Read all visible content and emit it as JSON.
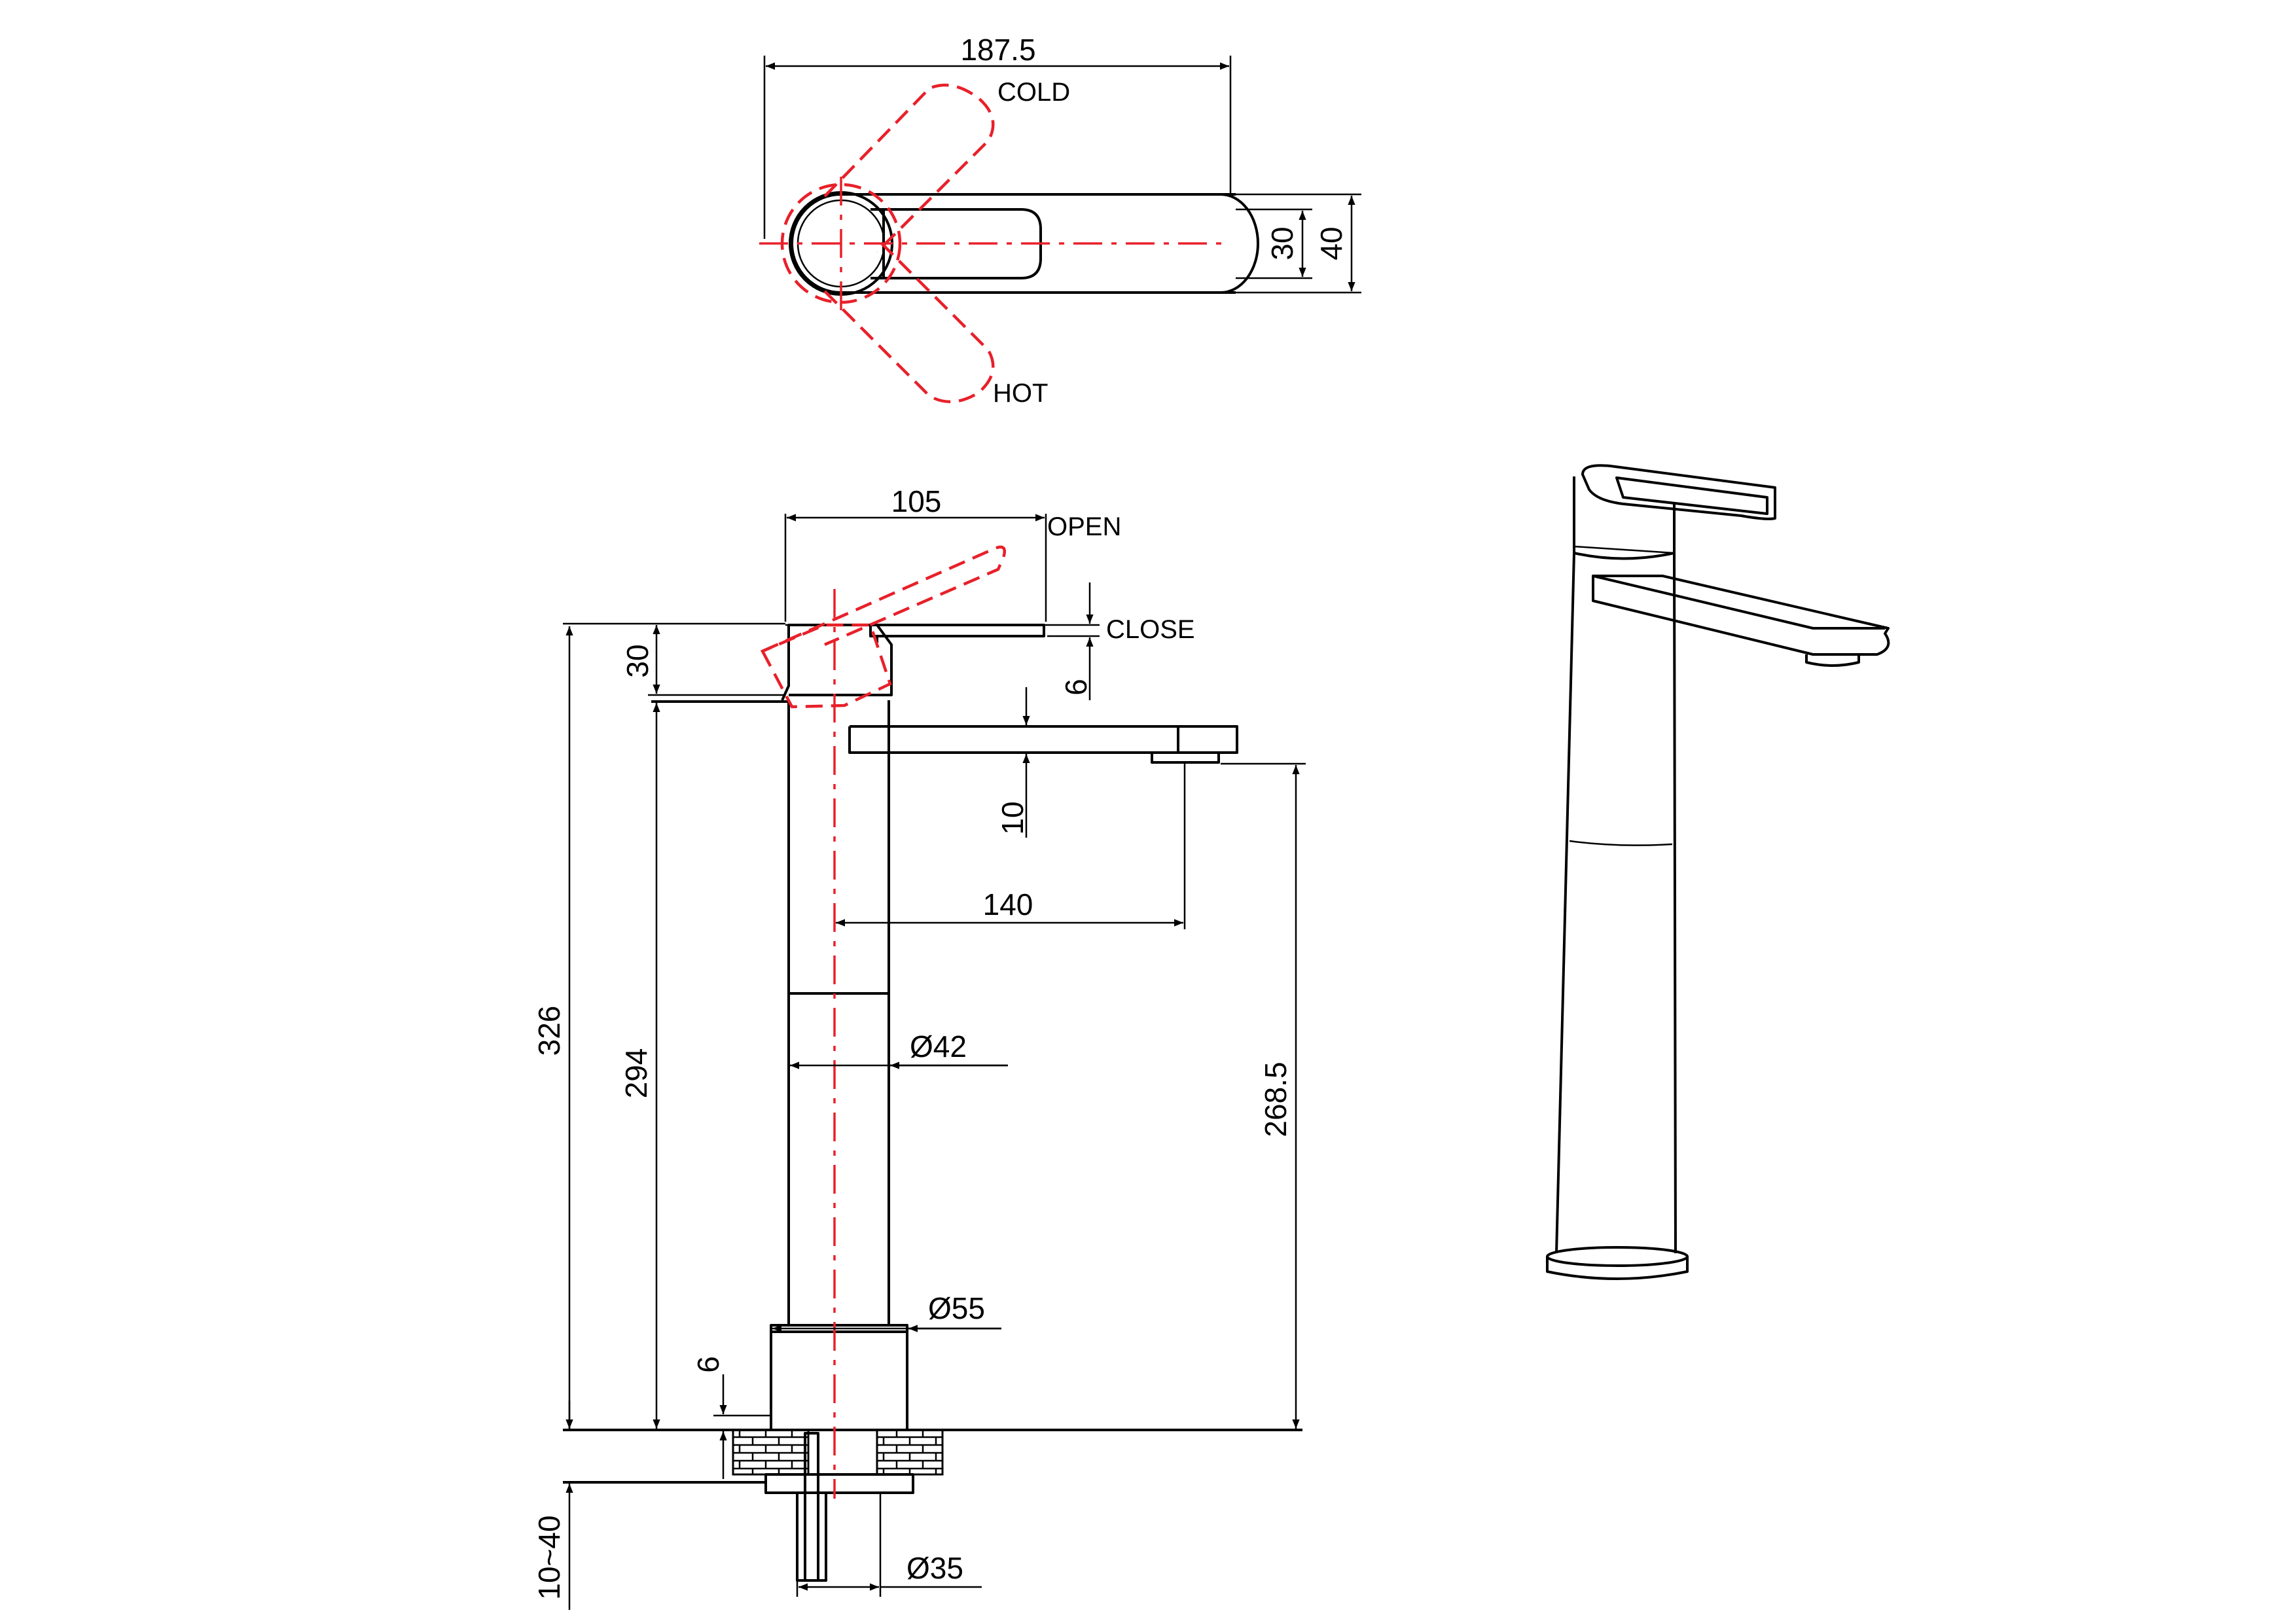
{
  "dimensions": {
    "width_total": "187.5",
    "handle_height": "30",
    "body_height": "40",
    "lever_reach": "105",
    "top_cap": "30",
    "lever_gap": "6",
    "spout_offset": "10",
    "spout_reach": "140",
    "body_diameter": "Ø42",
    "total_height": "326",
    "body_height_side": "294",
    "spout_height": "268.5",
    "base_diameter": "Ø55",
    "base_ring": "6",
    "deck_thickness": "10~40",
    "shank_diameter": "Ø35"
  },
  "labels": {
    "cold": "COLD",
    "hot": "HOT",
    "open": "OPEN",
    "close": "CLOSE"
  },
  "colors": {
    "line": "#000000",
    "center_line": "#e8202a"
  }
}
